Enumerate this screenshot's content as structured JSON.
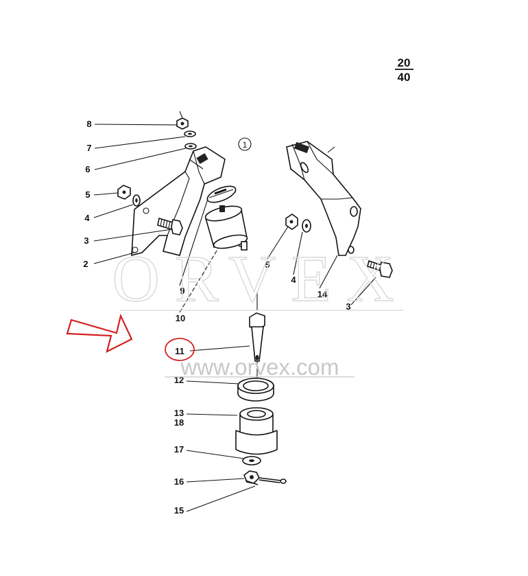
{
  "page": {
    "numerator": "20",
    "denominator": "40"
  },
  "view_marker": "1",
  "callouts": {
    "c8": "8",
    "c7": "7",
    "c6": "6",
    "c5_left": "5",
    "c4_left": "4",
    "c3_left": "3",
    "c2": "2",
    "c9": "9",
    "c10": "10",
    "c5_right": "5",
    "c4_right": "4",
    "c14": "14",
    "c3_right": "3",
    "c11": "11",
    "c12": "12",
    "c13": "13",
    "c18": "18",
    "c17": "17",
    "c16": "16",
    "c15": "15"
  },
  "watermark": {
    "brand": "ORVEX",
    "url": "www.orvex.com"
  },
  "highlight": {
    "arrow_color": "#d42020",
    "circle_color": "#d42020",
    "circled_part": "11"
  }
}
